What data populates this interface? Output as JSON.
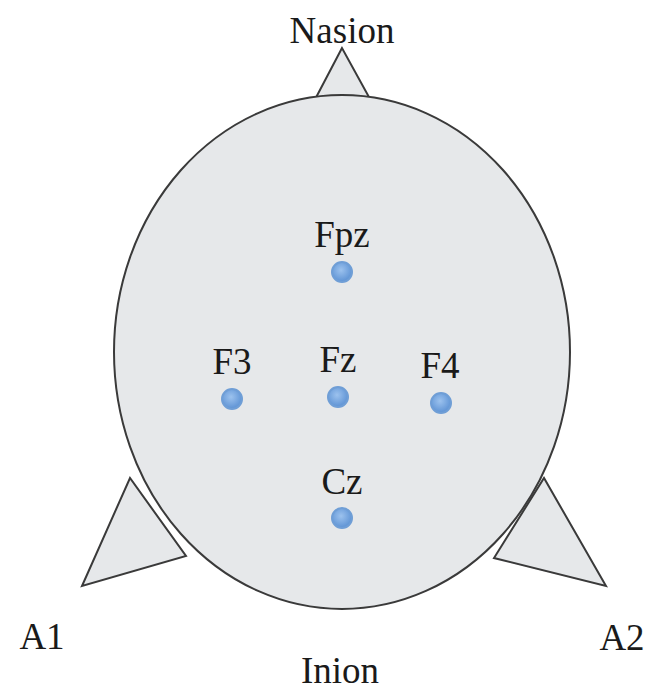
{
  "diagram": {
    "labels": [
      "Nasion",
      "Fpz",
      "F3",
      "Fz",
      "F4",
      "Cz",
      "A1",
      "A2",
      "Inion"
    ]
  }
}
